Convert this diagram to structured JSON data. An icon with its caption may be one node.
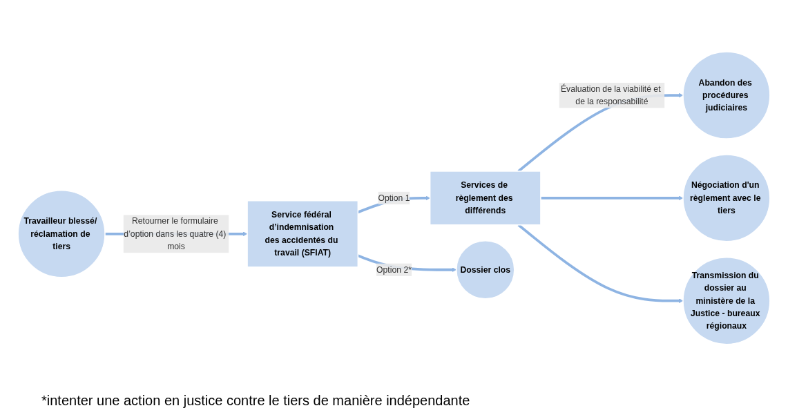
{
  "diagram": {
    "nodes": [
      {
        "text": [
          "Travailleur blessé/ réclamation de tiers"
        ]
      },
      {
        "text": [
          "Service fédéral d’indemnisation des accidentés du travail (SFIAT)"
        ]
      },
      {
        "text": [
          "Services de règlement des différends"
        ]
      },
      {
        "text": [
          "Abandon des procédures judiciaires"
        ]
      },
      {
        "text": [
          "Négociation d'un règlement avec le tiers"
        ]
      },
      {
        "text": [
          "Transmission du dossier au ministère de la Justice - bureaux régionaux"
        ]
      },
      {
        "text": [
          "Dossier clos"
        ]
      }
    ],
    "edges": [
      {
        "from": 0,
        "to": 1,
        "arrow": "to",
        "label": "Retourner le formulaire d’option dans les quatre (4) mois"
      },
      {
        "from": 1,
        "to": 2,
        "arrow": "to",
        "label": "Option 1"
      },
      {
        "from": 1,
        "to": 6,
        "arrow": "to",
        "label": "Option 2*"
      },
      {
        "from": 2,
        "to": 3,
        "arrow": "to",
        "label": "Évaluation de la viabilité et de la responsabilité"
      },
      {
        "from": 2,
        "to": 4,
        "arrow": "to"
      },
      {
        "from": 2,
        "to": 5,
        "arrow": "to"
      }
    ],
    "labels": [
      "*intenter une action en justice contre le tiers de manière indépendante"
    ]
  }
}
